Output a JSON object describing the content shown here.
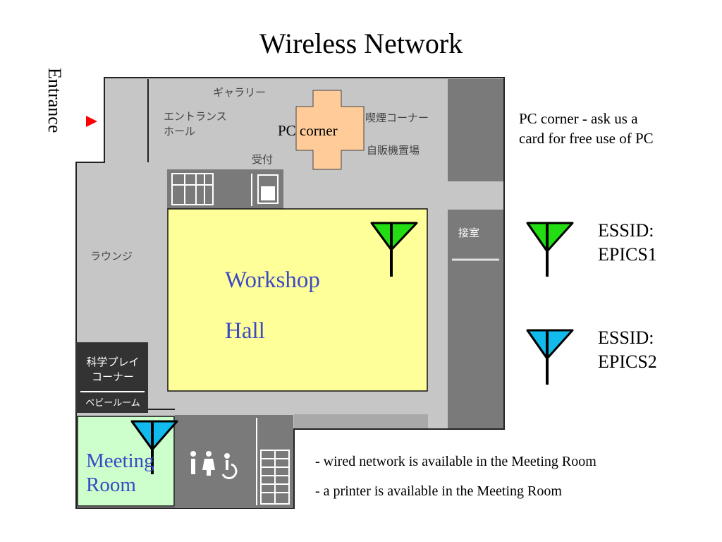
{
  "title": "Wireless Network",
  "entrance_label": "Entrance",
  "map": {
    "gallery": "ギャラリー",
    "entrance_hall_line1": "エントランス",
    "entrance_hall_line2": "ホール",
    "reception": "受付",
    "smoking_corner": "喫煙コーナー",
    "vending_area": "自販機置場",
    "lounge": "ラウンジ",
    "reception_room": "接室",
    "science_play_line1": "科学プレイ",
    "science_play_line2": "コーナー",
    "baby_room": "ベビールーム",
    "pc_corner": "PC corner",
    "workshop_line1": "Workshop",
    "workshop_line2": "Hall",
    "meeting_line1": "Meeting",
    "meeting_line2": "Room"
  },
  "pc_note": {
    "line1": "PC corner - ask us a",
    "line2": "card for free use of PC"
  },
  "legend": [
    {
      "label_line1": "ESSID:",
      "label_line2": "EPICS1",
      "icon": "antenna-icon",
      "color": "#22dd11"
    },
    {
      "label_line1": "ESSID:",
      "label_line2": "EPICS2",
      "icon": "antenna-icon",
      "color": "#11bbee"
    }
  ],
  "notes": [
    "- wired network is available in the Meeting Room",
    "- a printer is available in the Meeting Room"
  ],
  "colors": {
    "floor": "#c6c6c6",
    "dark_block": "#7a7a7a",
    "workshop_fill": "#ffff99",
    "pc_corner_fill": "#ffcc99",
    "meeting_fill": "#ccffcc",
    "entrance_arrow": "#ff0000",
    "room_text": "#3b49c4"
  }
}
